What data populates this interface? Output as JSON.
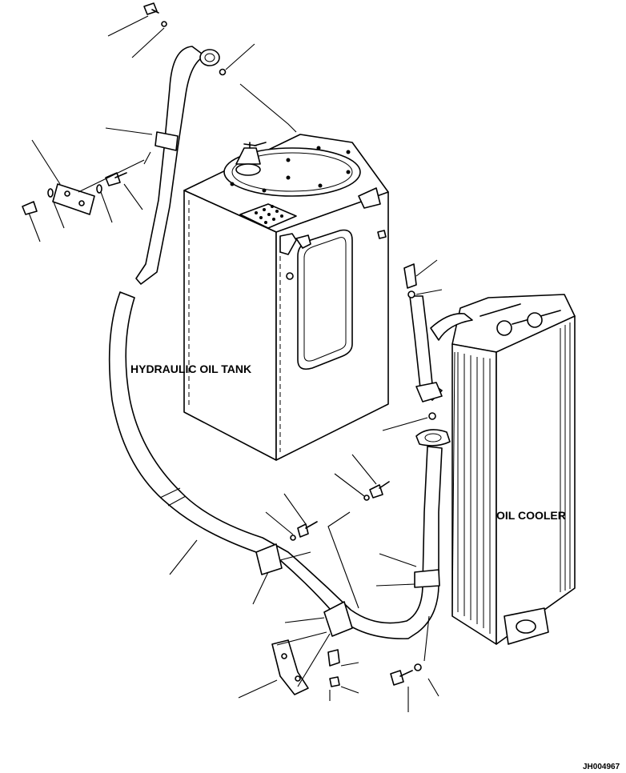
{
  "labels": {
    "tank": "HYDRAULIC OIL TANK",
    "cooler": "OIL COOLER",
    "drawing_code": "JH004967"
  }
}
